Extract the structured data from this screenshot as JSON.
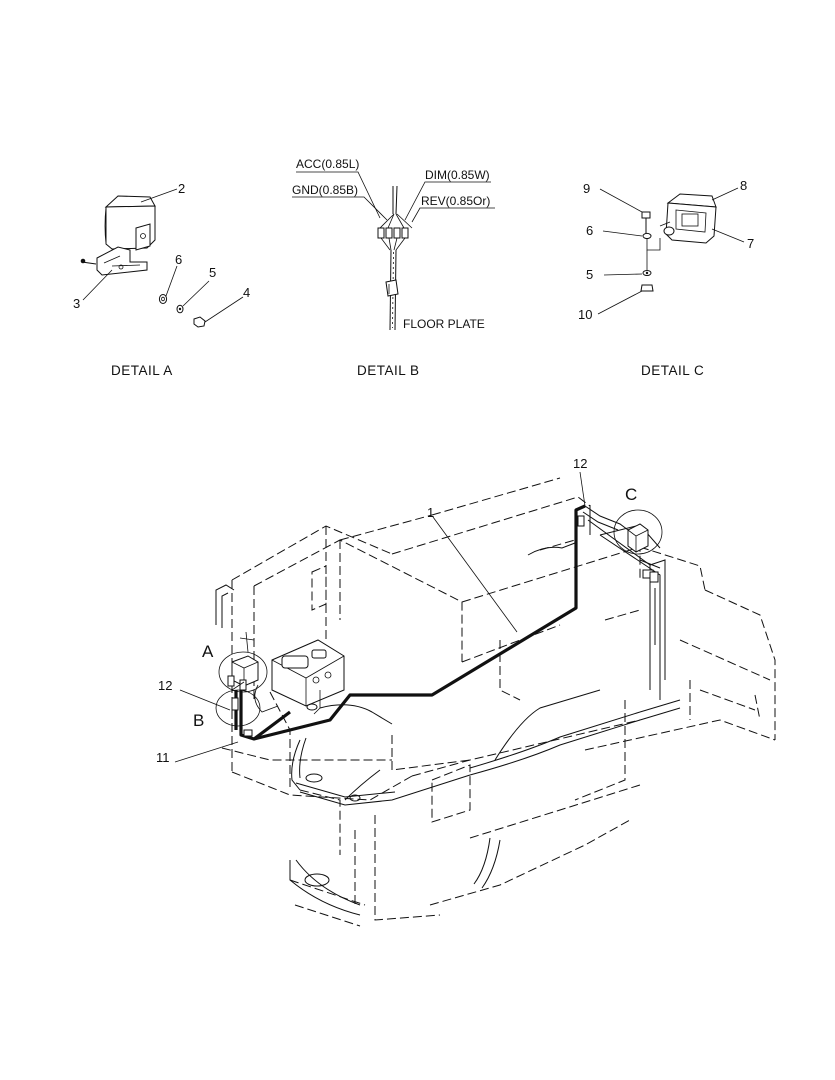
{
  "details": {
    "a": {
      "caption": "DETAIL  A",
      "parts": {
        "p2": "2",
        "p3": "3",
        "p4": "4",
        "p5": "5",
        "p6": "6"
      }
    },
    "b": {
      "caption": "DETAIL  B",
      "wires": {
        "acc": "ACC(0.85L)",
        "gnd": "GND(0.85B)",
        "dim": "DIM(0.85W)",
        "rev": "REV(0.85Or)"
      },
      "floor_plate": "FLOOR PLATE"
    },
    "c": {
      "caption": "DETAIL  C",
      "parts": {
        "p5": "5",
        "p6": "6",
        "p7": "7",
        "p8": "8",
        "p9": "9",
        "p10": "10"
      }
    }
  },
  "main": {
    "views": {
      "a": "A",
      "b": "B",
      "c": "C"
    },
    "parts": {
      "p1": "1",
      "p11": "11",
      "p12_left": "12",
      "p12_top": "12"
    }
  }
}
